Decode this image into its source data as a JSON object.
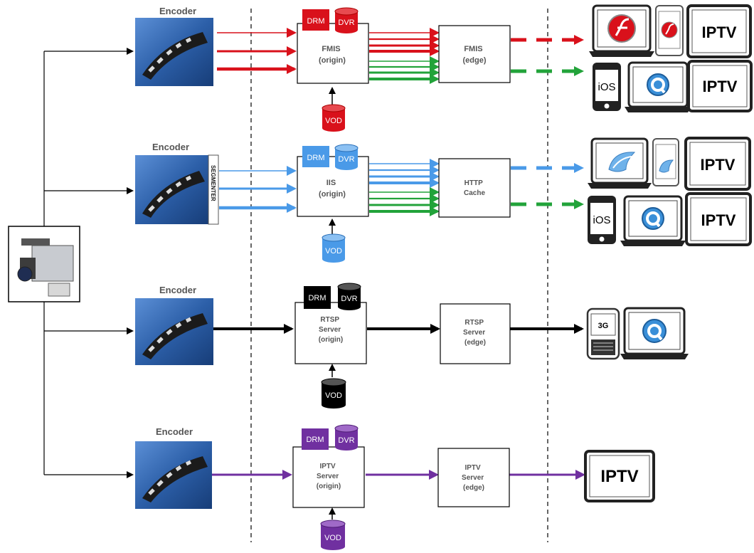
{
  "colors": {
    "red": "#d9111b",
    "green": "#22a33a",
    "blue": "#4a9ae8",
    "black": "#000000",
    "purple": "#7030a0",
    "encoder_bg": "#2b5ea8"
  },
  "encoder_label": "Encoder",
  "segmenter_label": "SEGMENTER",
  "rows": [
    {
      "drm": "DRM",
      "dvr": "DVR",
      "vod": "VOD",
      "origin_lines": [
        "FMIS",
        "(origin)"
      ],
      "edge_lines": [
        "FMIS",
        "(edge)"
      ]
    },
    {
      "drm": "DRM",
      "dvr": "DVR",
      "vod": "VOD",
      "origin_lines": [
        "IIS",
        "(origin)"
      ],
      "edge_lines": [
        "HTTP",
        "Cache"
      ]
    },
    {
      "drm": "DRM",
      "dvr": "DVR",
      "vod": "VOD",
      "origin_lines": [
        "RTSP",
        "Server",
        "(origin)"
      ],
      "edge_lines": [
        "RTSP",
        "Server",
        "(edge)"
      ]
    },
    {
      "drm": "DRM",
      "dvr": "DVR",
      "vod": "VOD",
      "origin_lines": [
        "IPTV",
        "Server",
        "(origin)"
      ],
      "edge_lines": [
        "IPTV",
        "Server",
        "(edge)"
      ]
    }
  ],
  "devices": {
    "iptv": "IPTV",
    "ios": "iOS",
    "g3": "3G"
  },
  "icons": [
    "camera-icon",
    "film-reel-icon",
    "flash-icon",
    "silverlight-icon",
    "quicktime-icon",
    "ios-phone-icon",
    "blackberry-icon",
    "iptv-tv-icon"
  ]
}
